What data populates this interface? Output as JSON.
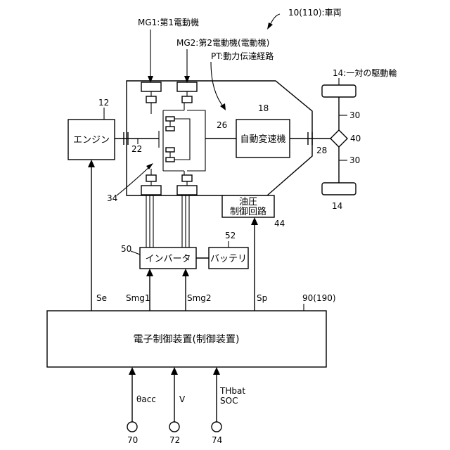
{
  "labels": {
    "vehicle": "10(110):車両",
    "mg1": "MG1:第1電動機",
    "mg2": "MG2:第2電動機(電動機)",
    "pt": "PT:動力伝達経路",
    "drive_wheels": "14:一対の駆動輪"
  },
  "boxes": {
    "engine": "エンジン",
    "transmission": "自動変速機",
    "hydraulic_line1": "油圧",
    "hydraulic_line2": "制御回路",
    "inverter": "インバータ",
    "battery": "バッテリ",
    "ecu": "電子制御装置(制御装置)"
  },
  "refs": {
    "engine": "12",
    "transmission": "18",
    "shaft26": "26",
    "shaft22": "22",
    "shaft28": "28",
    "gear34": "34",
    "axle30_top": "30",
    "axle30_bottom": "30",
    "diff40": "40",
    "wheel14": "14",
    "hydraulic": "44",
    "inverter": "50",
    "battery": "52",
    "ecu": "90(190)",
    "sensor_acc": "70",
    "sensor_v": "72",
    "sensor_bat": "74"
  },
  "signals": {
    "se": "Se",
    "smg1": "Smg1",
    "smg2": "Smg2",
    "sp": "Sp",
    "theta_acc": "θacc",
    "v": "V",
    "thbat": "THbat",
    "soc": "SOC"
  }
}
